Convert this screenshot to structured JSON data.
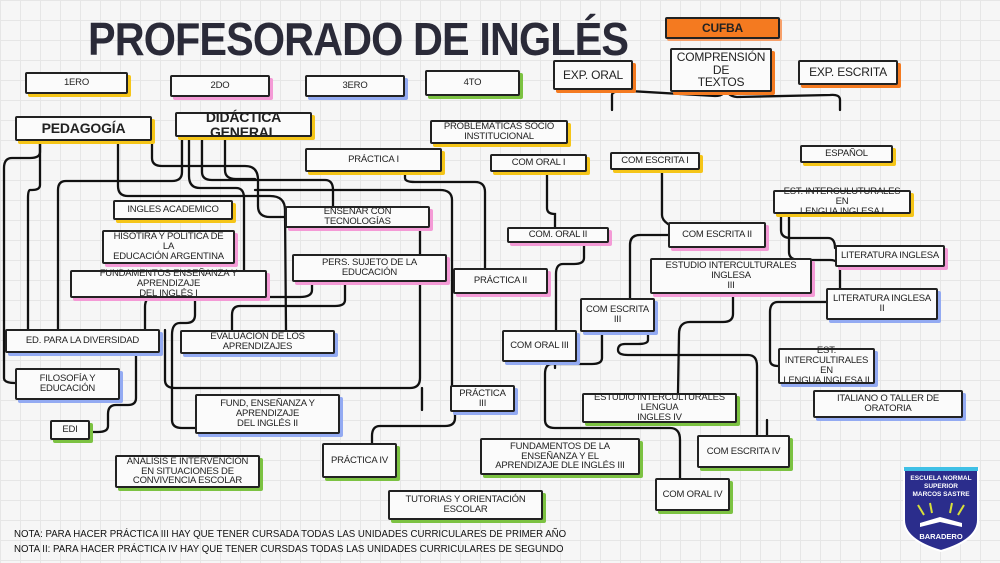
{
  "title": "PROFESORADO DE INGLÉS",
  "years": {
    "y1": "1ERO",
    "y2": "2DO",
    "y3": "3ERO",
    "y4": "4TO"
  },
  "cufba": {
    "label": "CUFBA",
    "exp_oral": "EXP. ORAL",
    "comprension": "COMPRENSIÓN DE\nTEXTOS",
    "exp_escrita": "EXP. ESCRITA"
  },
  "subjects": {
    "pedagogia": "PEDAGOGÍA",
    "didactica": "DIDÁCTICA GENERAL",
    "problematicas": "PROBLEMÁTICAS SOCIO\nINSTITUCIONAL",
    "practica1": "PRÁCTICA I",
    "comoral1": "COM ORAL I",
    "comescrita1": "COM ESCRITA I",
    "espanol": "ESPAÑOL",
    "estinter1": "EST. INTERCULUTURALES EN\nLENGUA INGLESA I",
    "inglesacad": "INGLES ACADEMICO",
    "tecnologias": "ENSEÑAR CON TECNOLOGÍAS",
    "historia": "HISOTIRA Y POLÍTICA DE LA\nEDUCACIÓN ARGENTINA",
    "comoral2": "COM. ORAL II",
    "comescrita2": "COM ESCRITA II",
    "literatura1": "LITERATURA INGLESA",
    "estudio3": "ESTUDIO INTERCULTURALES  INGLESA\nIII",
    "fund1": "FUNDAMENTOS  ENSEÑANZA  Y APRENDIZAJE\nDEL INGLÉS I",
    "sujeto": "PERS. SUJETO DE LA EDUCACIÓN",
    "practica2": "PRÁCTICA II",
    "literatura2": "LITERATURA INGLESA II",
    "comescrita3": "COM ESCRITA III",
    "diversidad": "ED. PARA LA DIVERSIDAD",
    "evaluacion": "EVALUACIÓN DE LOS APRENDIZAJES",
    "comoral3": "COM ORAL III",
    "estinter2": "EST. INTERCULTIRALES EN\nLENGUA INGLESA II",
    "filosofia": "FILOSOFÍA Y EDUCACIÓN",
    "practica3": "PRÁCTICA III",
    "italiano": "ITALIANO O TALLER DE ORATORIA",
    "estudio4": "ESTUDIO INTERCULTURALES LENGUA\nINGLES IV",
    "fund2": "FUND, ENSEÑANZA Y APRENDIZAJE\nDEL INGLÉS II",
    "edi": "EDI",
    "practica4": "PRÁCTICA IV",
    "fund3": "FUNDAMENTOS DE LA ENSEÑANZA Y EL\nAPRENDIZAJE DLE INGLÉS III",
    "comescrita4": "COM  ESCRITA IV",
    "analisis": "ANÁLISIS E INTERVENCIÓN EN SITUACIONES DE\nCONVIVENCIA ESCOLAR",
    "comoral4": "COM ORAL IV",
    "tutorias": "TUTORIAS Y ORIENTACIÓN ESCOLAR"
  },
  "notes": [
    "NOTA: PARA HACER PRÁCTICA III  HAY QUE TENER CURSADA TODAS LAS UNIDADES CURRICULARES DE PRIMER AÑO",
    "NOTA II: PARA HACER PRÁCTICA IV HAY QUE TENER CURSDAS TODAS LAS UNIDADES CURRICULARES DE SEGUNDO"
  ],
  "logo": {
    "line1": "ESCUELA NORMAL",
    "line2": "SUPERIOR",
    "line3": "MARCOS SASTRE",
    "city": "BARADERO"
  },
  "colors": {
    "year1": "#f5c518",
    "year2": "#f49ad6",
    "year3": "#93aaf2",
    "year4": "#7cc242",
    "cufba": "#f47a20",
    "logo": "#2b2d8c"
  }
}
